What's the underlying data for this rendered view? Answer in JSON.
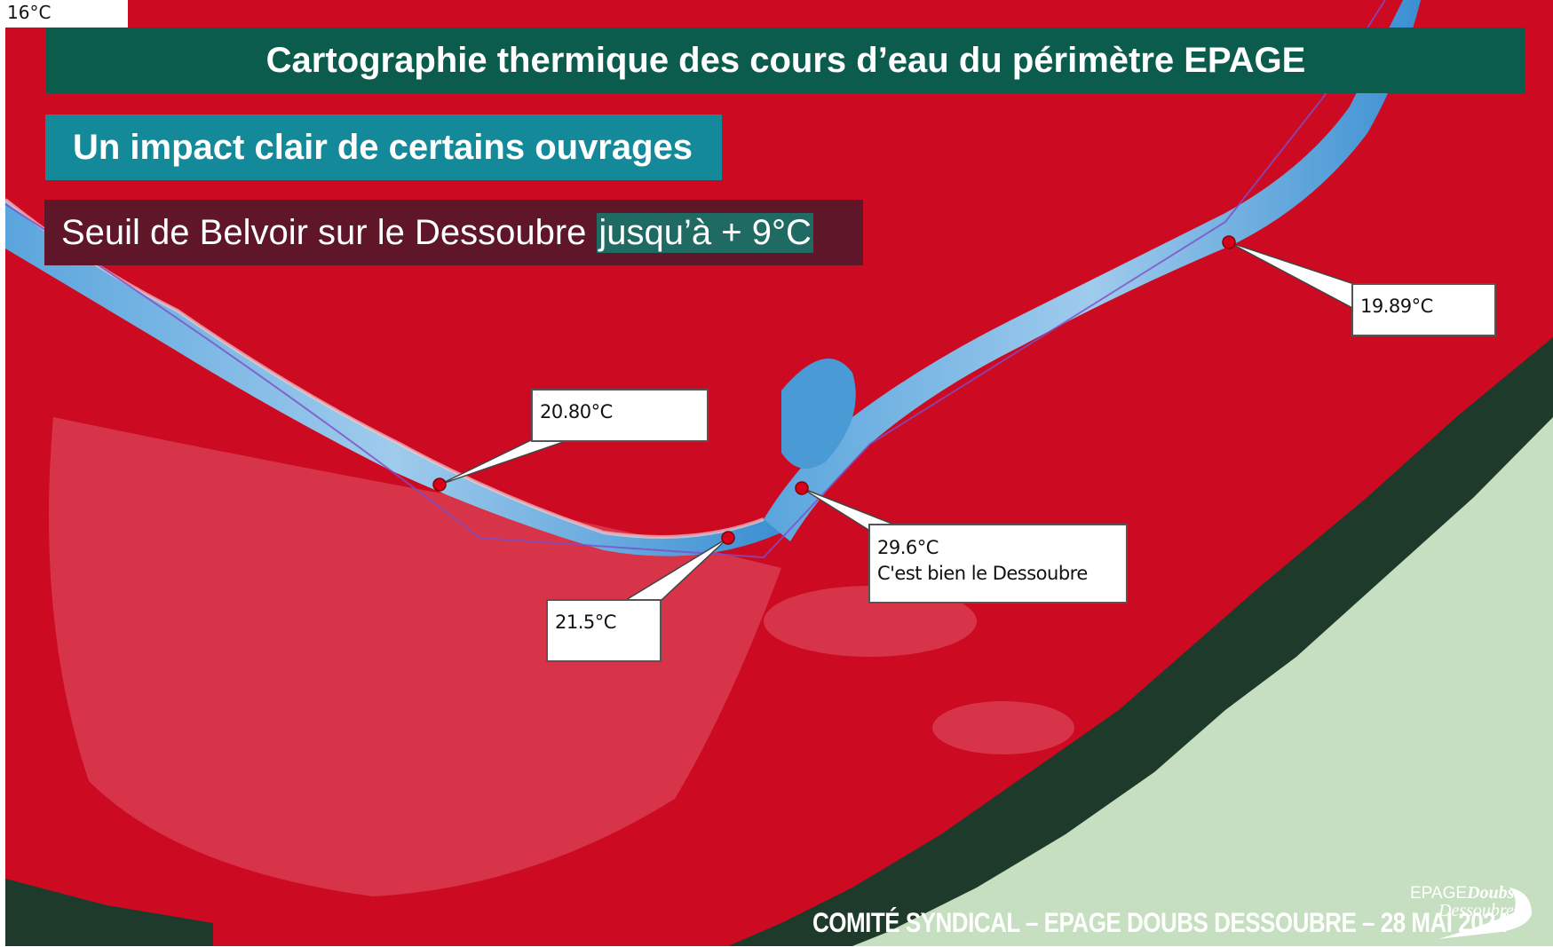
{
  "corner_scale_label": "16°C",
  "title": "Cartographie thermique des cours d’eau du périmètre EPAGE",
  "subtitle": "Un impact clair de certains ouvrages",
  "detail": {
    "text": "Seuil de Belvoir sur le Dessoubre",
    "highlight": "jusqu’à + 9°C"
  },
  "measurements": [
    {
      "id": "m1",
      "temperature": "20.80°C"
    },
    {
      "id": "m2",
      "temperature": "21.5°C"
    },
    {
      "id": "m3",
      "temperature": "29.6°C",
      "note": "C'est bien le Dessoubre"
    },
    {
      "id": "m4",
      "temperature": "19.89°C"
    }
  ],
  "footer": "COMITÉ SYNDICAL – EPAGE DOUBS DESSOUBRE – 28 MAI 2024",
  "logo": {
    "prefix": "EPAGE",
    "name1": "Doubs",
    "name2": "Dessoubre"
  },
  "colors": {
    "warm_land": "#cc0a22",
    "cool_water": "#4a9ad6",
    "forest": "#1e3a2a",
    "no_data": "#c6dfc0",
    "title_bg": "#0c5c4e",
    "subtitle_bg": "#14899a",
    "detail_bg": "#5e1628"
  }
}
